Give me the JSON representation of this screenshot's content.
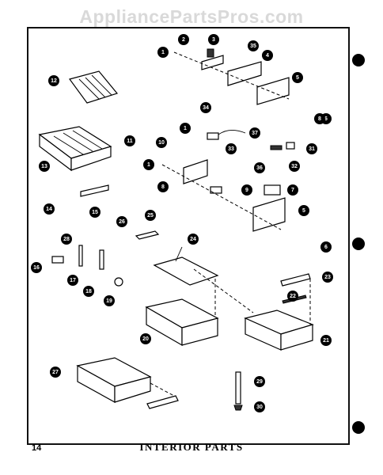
{
  "watermark": "AppliancePartsPros.com",
  "page_number": "14",
  "title": "INTERIOR PARTS",
  "callouts": [
    "1",
    "2",
    "3",
    "35",
    "4",
    "5",
    "6",
    "12",
    "34",
    "1",
    "37",
    "33",
    "8",
    "31",
    "32",
    "11",
    "10",
    "13",
    "1",
    "36",
    "8",
    "9",
    "7",
    "5",
    "14",
    "15",
    "26",
    "25",
    "6",
    "24",
    "28",
    "16",
    "17",
    "18",
    "19",
    "23",
    "22",
    "20",
    "21",
    "27",
    "29",
    "30"
  ]
}
